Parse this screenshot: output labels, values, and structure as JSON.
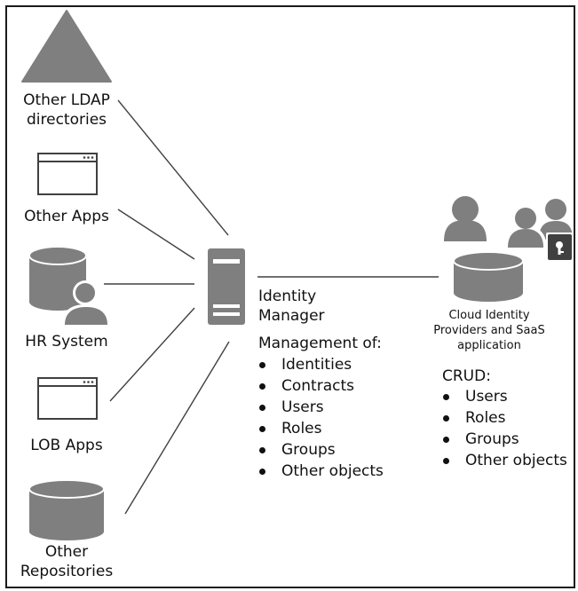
{
  "sources": [
    {
      "name": "ldap",
      "icon": "triangle-icon",
      "label_lines": [
        "Other LDAP",
        "directories"
      ]
    },
    {
      "name": "other-apps",
      "icon": "app-window-icon",
      "label_lines": [
        "Other Apps"
      ]
    },
    {
      "name": "hr-system",
      "icon": "database-user-icon",
      "label_lines": [
        "HR System"
      ]
    },
    {
      "name": "lob-apps",
      "icon": "app-window-icon",
      "label_lines": [
        "LOB Apps"
      ]
    },
    {
      "name": "other-repositories",
      "icon": "database-icon",
      "label_lines": [
        "Other",
        "Repositories"
      ]
    }
  ],
  "identity_manager": {
    "icon": "server-icon",
    "title_lines": [
      "Identity",
      "Manager"
    ],
    "management_heading": "Management of:",
    "management_items": [
      "Identities",
      "Contracts",
      "Users",
      "Roles",
      "Groups",
      "Other objects"
    ]
  },
  "cloud": {
    "icons": [
      "user-icon",
      "users-lock-icon",
      "database-icon"
    ],
    "title_lines": [
      "Cloud Identity",
      "Providers and SaaS",
      "application"
    ],
    "crud_heading": "CRUD:",
    "crud_items": [
      "Users",
      "Roles",
      "Groups",
      "Other objects"
    ]
  },
  "colors": {
    "icon_gray": "#7f7f7f",
    "stroke": "#404040",
    "frame": "#1a1a1a"
  }
}
